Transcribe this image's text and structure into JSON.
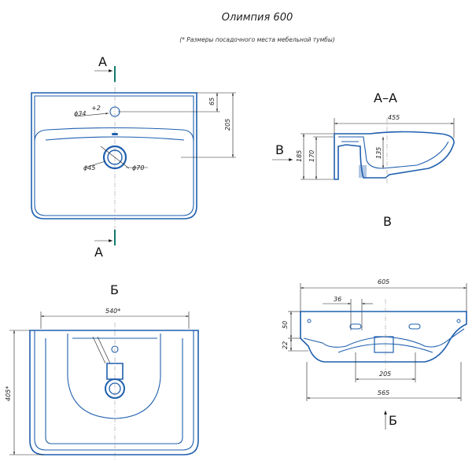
{
  "title": "Олимпия 600",
  "subtitle": "(* Размеры посадочного места мебельной тумбы)",
  "views": {
    "top": {
      "section_label_top": "А",
      "section_label_bottom": "А",
      "dims": {
        "tap_hole": "ϕ34",
        "tap_hole_tol": "+2",
        "drain_inner": "ϕ45",
        "drain_outer": "ϕ70",
        "d65": "65",
        "d205": "205"
      }
    },
    "section": {
      "title": "А–А",
      "arrow_label": "В",
      "view_label": "В",
      "dims": {
        "d455": "455",
        "d185": "185",
        "d170": "170",
        "d135": "135"
      }
    },
    "bottom": {
      "title": "Б",
      "dims": {
        "d540": "540*",
        "d405": "405*"
      }
    },
    "front": {
      "arrow_label": "Б",
      "dims": {
        "d605": "605",
        "d36": "36",
        "d50": "50",
        "d22": "22",
        "d205": "205",
        "d565": "565"
      }
    }
  },
  "colors": {
    "outline": "#1f5fae",
    "marker": "#0f7a6e",
    "dimension": "#222222"
  }
}
